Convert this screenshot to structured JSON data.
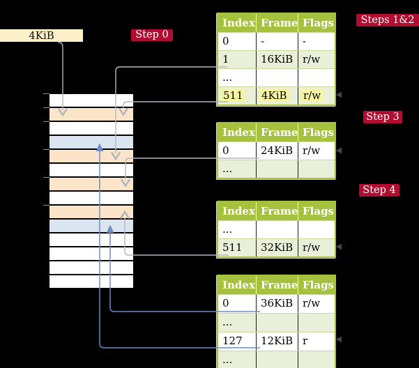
{
  "labels": {
    "frame_box": "4KiB",
    "step0": "Step 0",
    "steps_1_2": "Steps 1&2",
    "step3": "Step 3",
    "step4": "Step 4"
  },
  "table_headers": [
    "Index",
    "Frame",
    "Flags"
  ],
  "page_tables": {
    "root": {
      "rows": [
        [
          "0",
          "-",
          "-"
        ],
        [
          "1",
          "16KiB",
          "r/w"
        ],
        [
          "...",
          "",
          ""
        ],
        [
          "511",
          "4KiB",
          "r/w"
        ]
      ]
    },
    "step3": {
      "rows": [
        [
          "0",
          "24KiB",
          "r/w"
        ],
        [
          "...",
          "",
          ""
        ]
      ]
    },
    "step4": {
      "rows": [
        [
          "...",
          "",
          ""
        ],
        [
          "511",
          "32KiB",
          "r/w"
        ]
      ]
    },
    "leaf": {
      "rows": [
        [
          "0",
          "36KiB",
          "r/w"
        ],
        [
          "...",
          "",
          ""
        ],
        [
          "127",
          "12KiB",
          "r"
        ],
        [
          "...",
          "",
          ""
        ]
      ]
    }
  },
  "memory": {
    "row_kinds": [
      "free",
      "table",
      "free",
      "page",
      "table",
      "free",
      "table",
      "free",
      "table",
      "page",
      "free",
      "free",
      "free",
      "free"
    ]
  },
  "palette": {
    "background": "#000000",
    "table_header_green": "#a5c13d",
    "table_row_tint": "#e9efd8",
    "row_separator": "#c8d69b",
    "highlight_yellow": "#f8f5a2",
    "frame_table_peach": "#fce4c8",
    "frame_page_blue": "#dbe5f2",
    "step_badge_red": "#b00d31",
    "frame_box_cream": "#fcf0c8",
    "arrow_gray": "#b4b7bd",
    "arrow_blue": "#6d8cc2"
  }
}
